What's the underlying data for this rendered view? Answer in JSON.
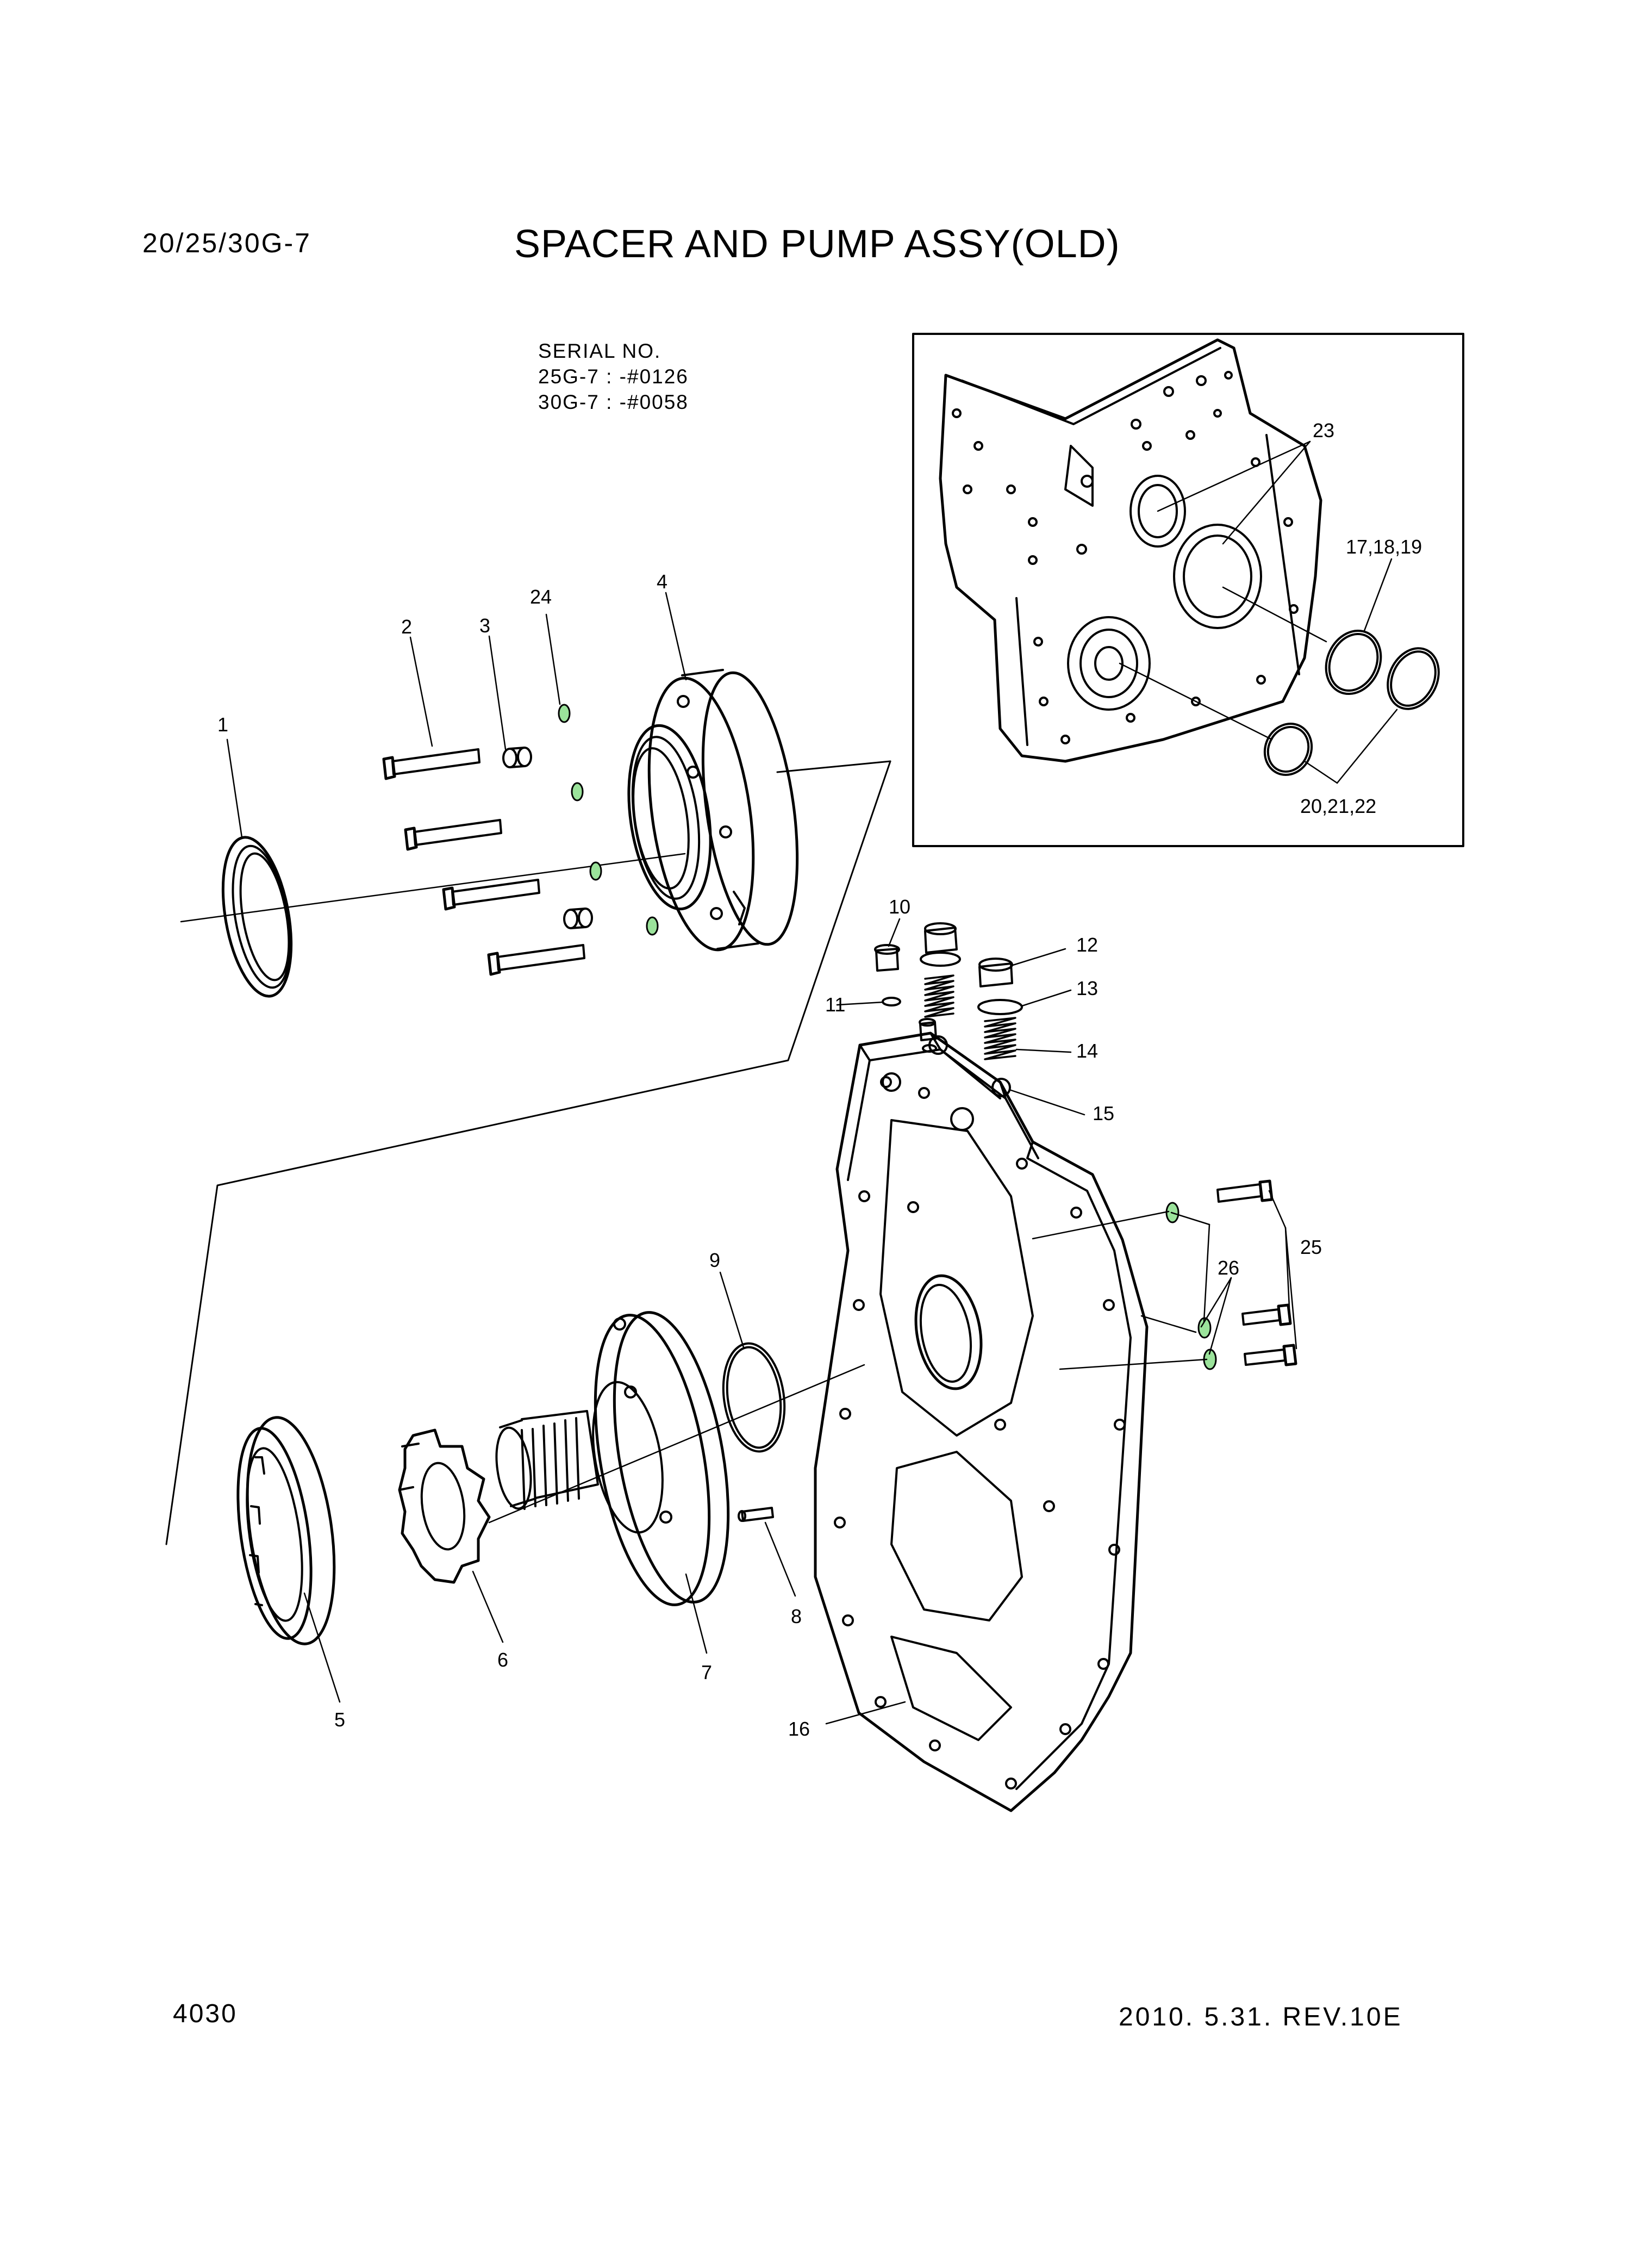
{
  "header": {
    "model": "20/25/30G-7",
    "title": "SPACER AND PUMP ASSY(OLD)"
  },
  "serial": {
    "heading": "SERIAL NO.",
    "line1": "25G-7 : -#0126",
    "line2": "30G-7 : -#0058"
  },
  "callouts": {
    "c1": "1",
    "c2": "2",
    "c3": "3",
    "c4": "4",
    "c5": "5",
    "c6": "6",
    "c7": "7",
    "c8": "8",
    "c9": "9",
    "c10": "10",
    "c11": "11",
    "c12": "12",
    "c13": "13",
    "c14": "14",
    "c15": "15",
    "c16": "16",
    "c17_19": "17,18,19",
    "c20_22": "20,21,22",
    "c23": "23",
    "c24": "24",
    "c25": "25",
    "c26": "26"
  },
  "footer": {
    "page": "4030",
    "date_rev": "2010. 5.31.  REV.10E"
  },
  "colors": {
    "line": "#000000",
    "highlight": "#9BE39B"
  }
}
